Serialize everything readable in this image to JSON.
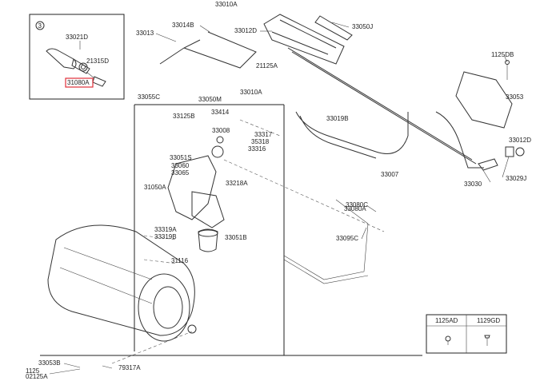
{
  "title_code": "33010A",
  "inset": {
    "marker": "3",
    "code_top": "33021D",
    "code_right": "21315D",
    "code_highlight": "31080A"
  },
  "labels": {
    "l33013": "33013",
    "l33014B": "33014B",
    "l33012D": "33012D",
    "l33050J": "33050J",
    "l21125A": "21125A",
    "l33055C": "33055C",
    "l33050M": "33050M",
    "l33010A_mid": "33010A",
    "l1125DB": "1125DB",
    "l33053": "33053",
    "l33125B": "33125B",
    "l33414": "33414",
    "l33008": "33008",
    "l33317": "33317",
    "l35318": "35318",
    "l33316": "33316",
    "l33019B": "33019B",
    "l33012D_r": "33012D",
    "l33051S": "33051S",
    "l33060": "33060",
    "l33065": "33065",
    "l33218A": "33218A",
    "l31050A": "31050A",
    "l33007": "33007",
    "l33030": "33030",
    "l33029J": "33029J",
    "l33080C": "33080C",
    "l33080A": "33080A",
    "l33319A": "33319A",
    "l33319B": "33319B",
    "l33051B": "33051B",
    "l33095C": "33095C",
    "l31116": "31116",
    "l33053B": "33053B",
    "l1125": "1125",
    "l02125A": "02125A",
    "l79317A": "79317A"
  },
  "legend_table": {
    "col1": "1125AD",
    "col2": "1129GD"
  }
}
